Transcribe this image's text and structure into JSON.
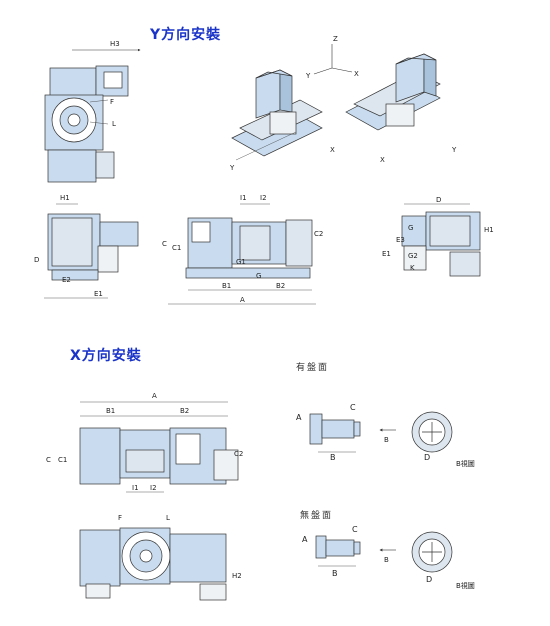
{
  "titles": {
    "y_mount": "Y方向安裝",
    "x_mount": "X方向安裝",
    "with_faceplate": "有盤面",
    "without_faceplate": "無盤面"
  },
  "view_captions": {
    "b_view_1": "B視圖",
    "b_view_2": "B視圖"
  },
  "axis_labels": {
    "x": "X",
    "y": "Y",
    "z": "Z"
  },
  "dimension_labels": {
    "h3": "H3",
    "f": "F",
    "l": "L",
    "h1": "H1",
    "d": "D",
    "e2": "E2",
    "e1": "E1",
    "i1": "I1",
    "i2": "I2",
    "c": "C",
    "c1": "C1",
    "c2": "C2",
    "g1": "G1",
    "g2": "G2",
    "b1": "B1",
    "b2": "B2",
    "a": "A",
    "b": "B",
    "g": "G",
    "e3": "E3",
    "k": "K",
    "h2": "H2"
  },
  "colors": {
    "fill": "#c9dcef",
    "line": "#333333",
    "title": "#1a33c8"
  }
}
